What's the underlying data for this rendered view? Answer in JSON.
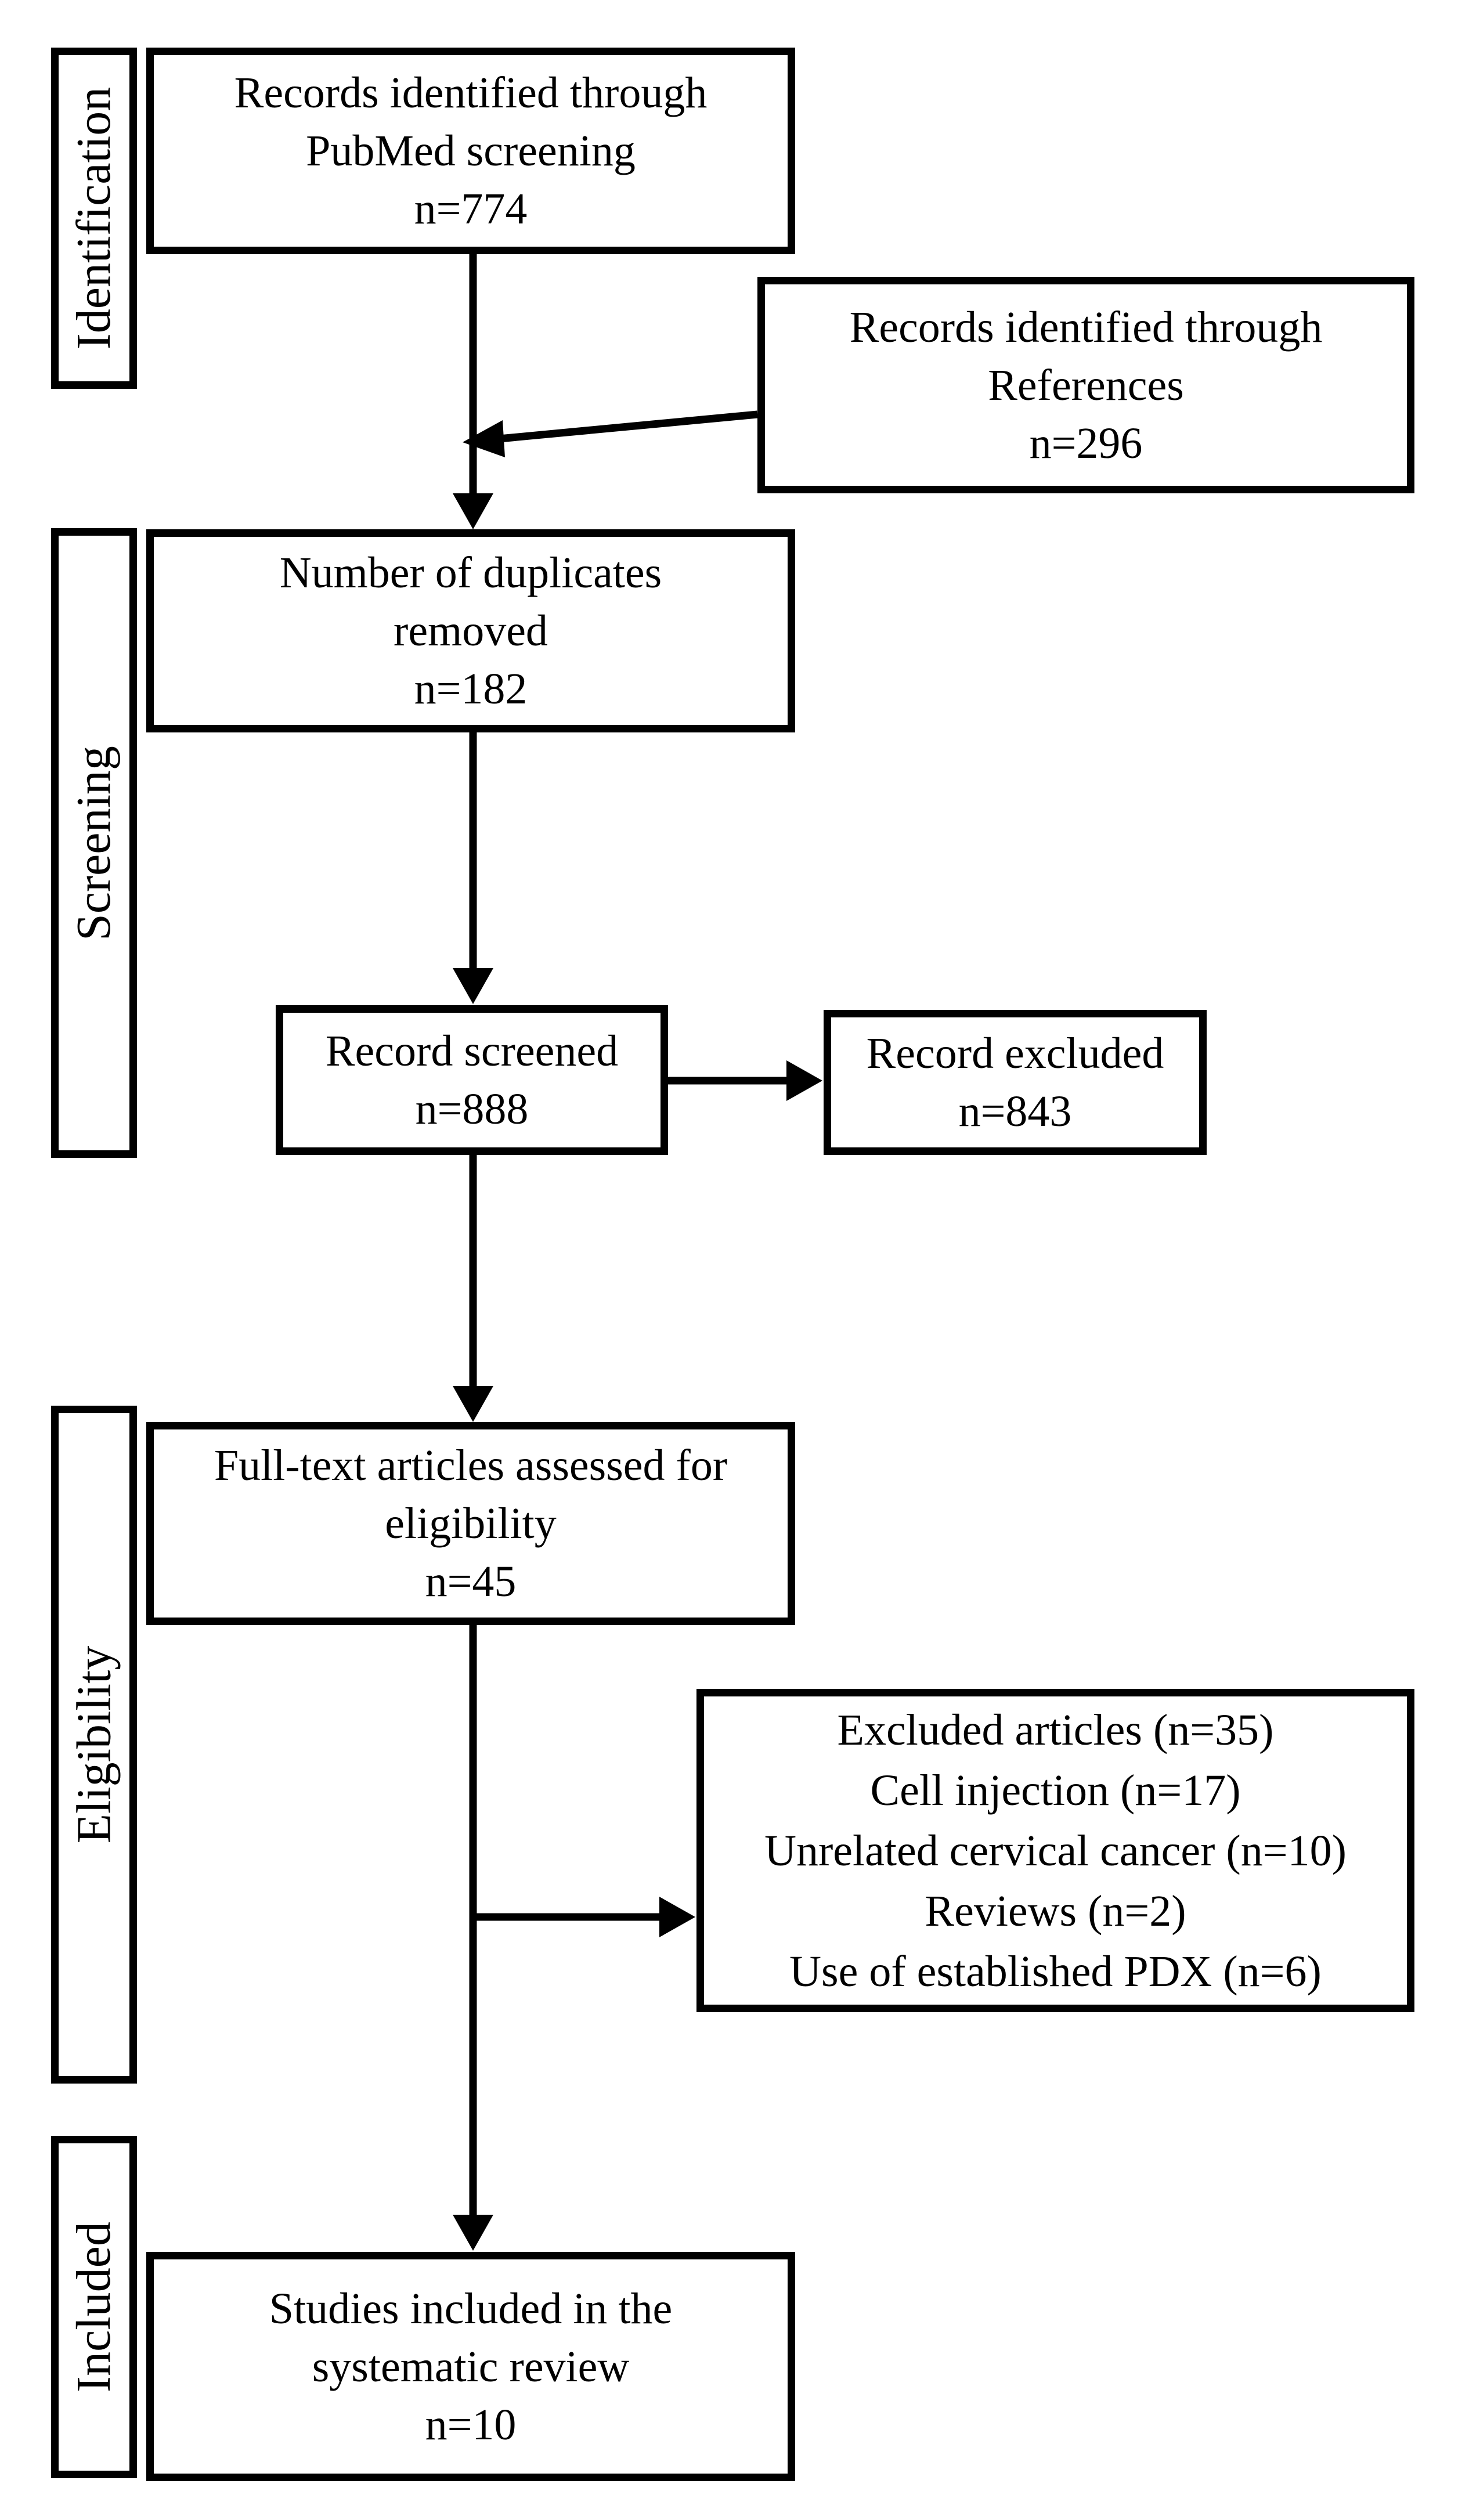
{
  "diagram": {
    "stage_labels": [
      "Identification",
      "Screening",
      "Eligibility",
      "Included"
    ],
    "boxes": {
      "pubmed": {
        "lines": [
          "Records identified through",
          "PubMed screening",
          "n=774"
        ]
      },
      "references": {
        "lines": [
          "Records identified through",
          "References",
          "n=296"
        ]
      },
      "duplicates": {
        "lines": [
          "Number of duplicates",
          "removed",
          "n=182"
        ]
      },
      "screened": {
        "lines": [
          "Record screened",
          "n=888"
        ]
      },
      "excluded": {
        "lines": [
          "Record excluded",
          "n=843"
        ]
      },
      "fulltext": {
        "lines": [
          "Full-text articles assessed for",
          "eligibility",
          "n=45"
        ]
      },
      "excluded_articles": {
        "lines": [
          "Excluded articles (n=35)",
          "Cell injection (n=17)",
          "Unrelated cervical cancer (n=10)",
          "Reviews (n=2)",
          "Use of established PDX (n=6)"
        ]
      },
      "included_studies": {
        "lines": [
          "Studies included in the",
          "systematic review",
          "n=10"
        ]
      }
    },
    "arrows": [
      {
        "from": "pubmed",
        "to": "duplicates"
      },
      {
        "from": "references",
        "to": "pubmed-duplicates-line"
      },
      {
        "from": "duplicates",
        "to": "screened"
      },
      {
        "from": "screened",
        "to": "excluded"
      },
      {
        "from": "screened",
        "to": "fulltext"
      },
      {
        "from": "fulltext",
        "to": "included_studies"
      },
      {
        "from": "fulltext-included-line",
        "to": "excluded_articles"
      }
    ],
    "colors": {
      "stroke": "#000000",
      "fill": "#ffffff",
      "text": "#000000"
    }
  }
}
